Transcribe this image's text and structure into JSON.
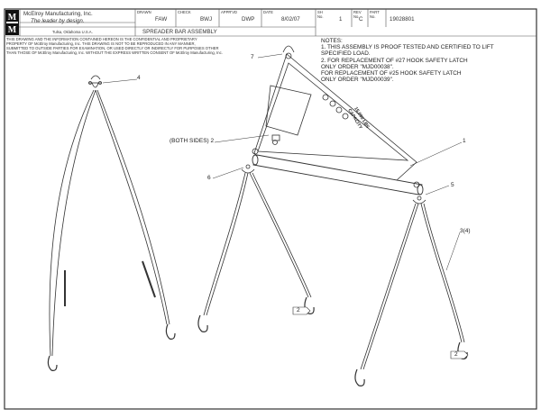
{
  "title_block": {
    "logo_text": "MMI",
    "company": "McElroy Manufacturing, Inc.",
    "tagline": "The leader by design.",
    "location": "Tulsa, Oklahoma U.S.A.",
    "drawn_label": "DRAWN",
    "drawn_value": "FAW",
    "check_label": "CHECK",
    "check_value": "BWJ",
    "approved_label": "APPR'VD",
    "approved_value": "DWP",
    "date_label": "DATE",
    "date_value": "8/02/07",
    "sheet_label": "SH No.",
    "sheet_value": "1",
    "rev_label": "REV No.",
    "rev_value": "C",
    "part_label": "PART No.",
    "part_value": "19028801",
    "description": "SPREADER BAR ASSEMBLY",
    "proprietary_lines": [
      "THIS DRAWING AND THE INFORMATION CONTAINED HEREON IS THE CONFIDENTIAL AND PROPRIETARY",
      "PROPERTY OF McElroy Manufacturing, Inc. THIS DRAWING IS NOT TO BE REPRODUCED IN ANY MANNER,",
      "SUBMITTED TO OUTSIDE PARTIES FOR EXAMINATION, OR USED DIRECTLY OR INDIRECTLY FOR PURPOSES OTHER",
      "THAN THOSE OF McElroy Manufacturing, Inc. WITHOUT THE EXPRESS WRITTEN CONSENT OF McElroy Manufacturing, Inc."
    ]
  },
  "notes": {
    "heading": "NOTES:",
    "lines": [
      "1.  THIS ASSEMBLY IS PROOF TESTED AND CERTIFIED TO LIFT",
      "     SPECIFIED LOAD.",
      "2.  FOR REPLACEMENT OF #27 HOOK SAFETY LATCH",
      "          ONLY ORDER \"MJD00038\".",
      "          FOR REPLACEMENT OF #25 HOOK SAFETY LATCH",
      "          ONLY ORDER \"MJD00039\"."
    ]
  },
  "callouts": {
    "c4": "4",
    "c7": "7",
    "c2": "(BOTH SIDES) 2",
    "c1": "1",
    "c6": "6",
    "c5": "5",
    "c3": "3(4)",
    "tag2a": "2",
    "tag2b": "2"
  },
  "plate_text": {
    "line1": "15,000 LBS",
    "line2": "CAPACITY"
  }
}
